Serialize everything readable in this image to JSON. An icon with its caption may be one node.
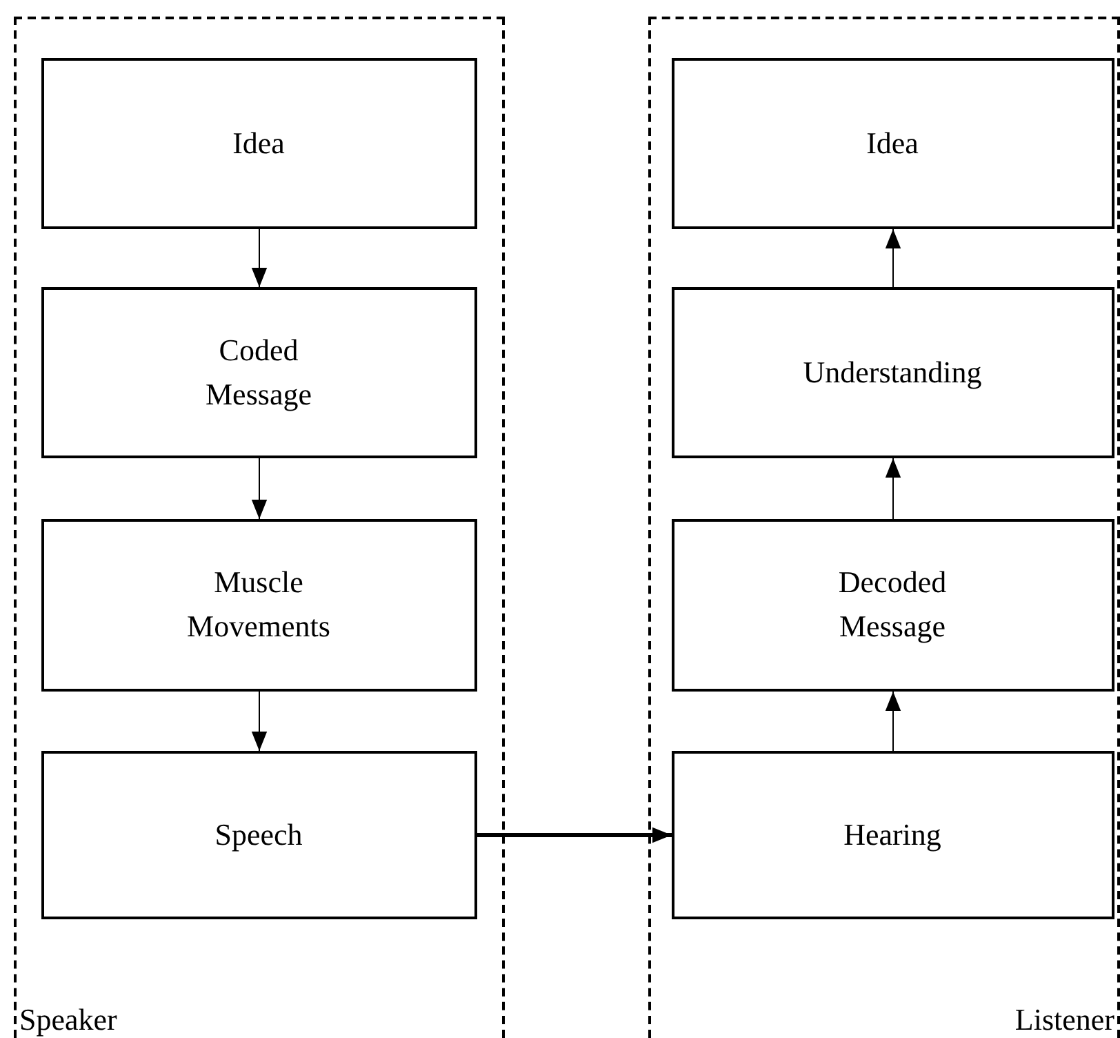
{
  "diagram": {
    "nodes": [
      {
        "text": [
          "Speaker"
        ]
      },
      {
        "text": [
          "Idea"
        ],
        "in": 0
      },
      {
        "text": [
          "Coded Message"
        ],
        "in": 0
      },
      {
        "text": [
          "Muscle Movements"
        ],
        "in": 0
      },
      {
        "text": [
          "Speech"
        ],
        "in": 0
      },
      {
        "text": [
          "Listener"
        ]
      },
      {
        "text": [
          "Idea"
        ],
        "in": 5
      },
      {
        "text": [
          "Understanding"
        ],
        "in": 5
      },
      {
        "text": [
          "Decoded Message"
        ],
        "in": 5
      },
      {
        "text": [
          "Hearing"
        ],
        "in": 5
      }
    ],
    "edges": [
      {
        "from": 1,
        "to": 2,
        "arrow": "to"
      },
      {
        "from": 2,
        "to": 3,
        "arrow": "to"
      },
      {
        "from": 3,
        "to": 4,
        "arrow": "to"
      },
      {
        "from": 4,
        "to": 9,
        "arrow": "to",
        "style": "thick"
      },
      {
        "from": 9,
        "to": 8,
        "arrow": "to"
      },
      {
        "from": 8,
        "to": 7,
        "arrow": "to"
      },
      {
        "from": 7,
        "to": 6,
        "arrow": "to"
      }
    ]
  }
}
